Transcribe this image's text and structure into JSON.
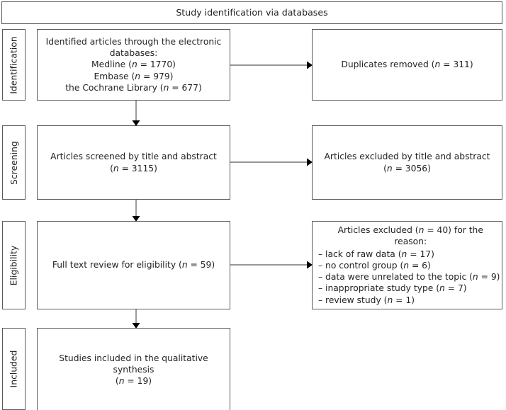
{
  "header": {
    "title": "Study identification via databases"
  },
  "stages": [
    {
      "id": "identification",
      "label": "Identification"
    },
    {
      "id": "screening",
      "label": "Screening"
    },
    {
      "id": "eligibility",
      "label": "Eligibility"
    },
    {
      "id": "included",
      "label": "Included"
    }
  ],
  "left_boxes": {
    "identified": {
      "line1": "Identified articles through the electronic",
      "line2": "databases:",
      "line3": "Medline (n = 1770)",
      "line4": "Embase (n = 979)",
      "line5": "the Cochrane Library (n = 677)"
    },
    "screened": {
      "line1": "Articles screened by title and abstract",
      "line2": "(n = 3115)"
    },
    "fulltext": {
      "line1": "Full text review for eligibility (n = 59)"
    },
    "included": {
      "line1": "Studies included in the qualitative synthesis",
      "line2": "(n = 19)"
    }
  },
  "right_boxes": {
    "duplicates": {
      "line1": "Duplicates removed (n = 311)"
    },
    "excluded_screen": {
      "line1": "Articles excluded by title and abstract",
      "line2": "(n = 3056)"
    },
    "excluded_reasons": {
      "title": "Articles excluded (n = 40) for the reason:",
      "items": [
        "– lack of raw data (n = 17)",
        "– no control group (n = 6)",
        "– data were unrelated to the topic (n = 9)",
        "– inappropriate study type (n = 7)",
        "– review study (n = 1)"
      ]
    }
  },
  "counts": {
    "medline": 1770,
    "embase": 979,
    "cochrane": 677,
    "duplicates_removed": 311,
    "screened": 3115,
    "excluded_title_abstract": 3056,
    "full_text_reviewed": 59,
    "excluded_full_text": 40,
    "reason_lack_of_raw_data": 17,
    "reason_no_control_group": 6,
    "reason_data_unrelated": 9,
    "reason_inappropriate_study_type": 7,
    "reason_review_study": 1,
    "included_qualitative_synthesis": 19
  },
  "colors": {
    "border": "#58595b",
    "text": "#231f20",
    "background": "#ffffff",
    "arrow": "#000000"
  }
}
